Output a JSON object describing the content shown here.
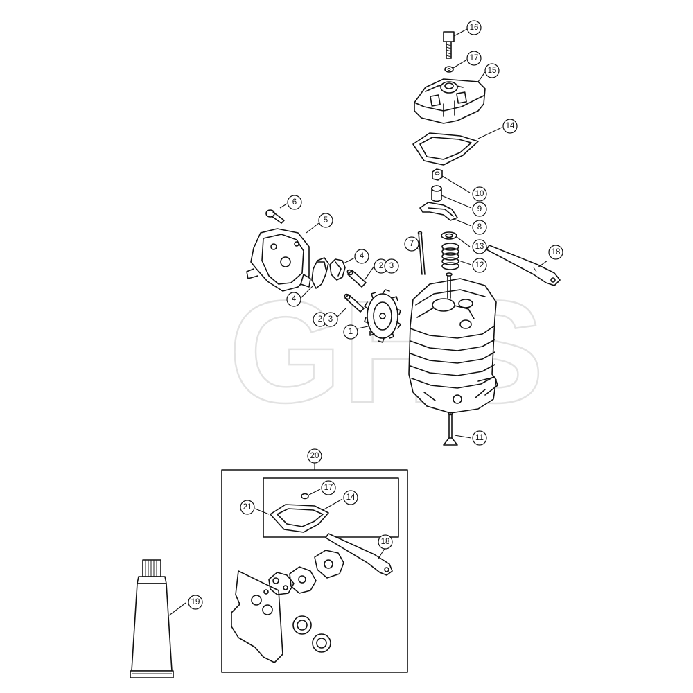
{
  "watermark": {
    "text": "GHS"
  },
  "kit_box": {
    "label": "20",
    "inner_group_label": "21"
  },
  "callouts": [
    {
      "id": "c16",
      "label": "16"
    },
    {
      "id": "c17",
      "label": "17"
    },
    {
      "id": "c15",
      "label": "15"
    },
    {
      "id": "c14",
      "label": "14"
    },
    {
      "id": "c10",
      "label": "10"
    },
    {
      "id": "c9",
      "label": "9"
    },
    {
      "id": "c8",
      "label": "8"
    },
    {
      "id": "c13",
      "label": "13"
    },
    {
      "id": "c12",
      "label": "12"
    },
    {
      "id": "c7",
      "label": "7"
    },
    {
      "id": "c18",
      "label": "18"
    },
    {
      "id": "c6",
      "label": "6"
    },
    {
      "id": "c5",
      "label": "5"
    },
    {
      "id": "c4a",
      "label": "4"
    },
    {
      "id": "c4b",
      "label": "4"
    },
    {
      "id": "c2a",
      "label": "2"
    },
    {
      "id": "c3a",
      "label": "3"
    },
    {
      "id": "c2b",
      "label": "2"
    },
    {
      "id": "c3b",
      "label": "3"
    },
    {
      "id": "c1",
      "label": "1"
    },
    {
      "id": "c11",
      "label": "11"
    },
    {
      "id": "c20",
      "label": "20"
    },
    {
      "id": "c21",
      "label": "21"
    },
    {
      "id": "c17k",
      "label": "17"
    },
    {
      "id": "c14k",
      "label": "14"
    },
    {
      "id": "c18k",
      "label": "18"
    },
    {
      "id": "c19",
      "label": "19"
    }
  ]
}
